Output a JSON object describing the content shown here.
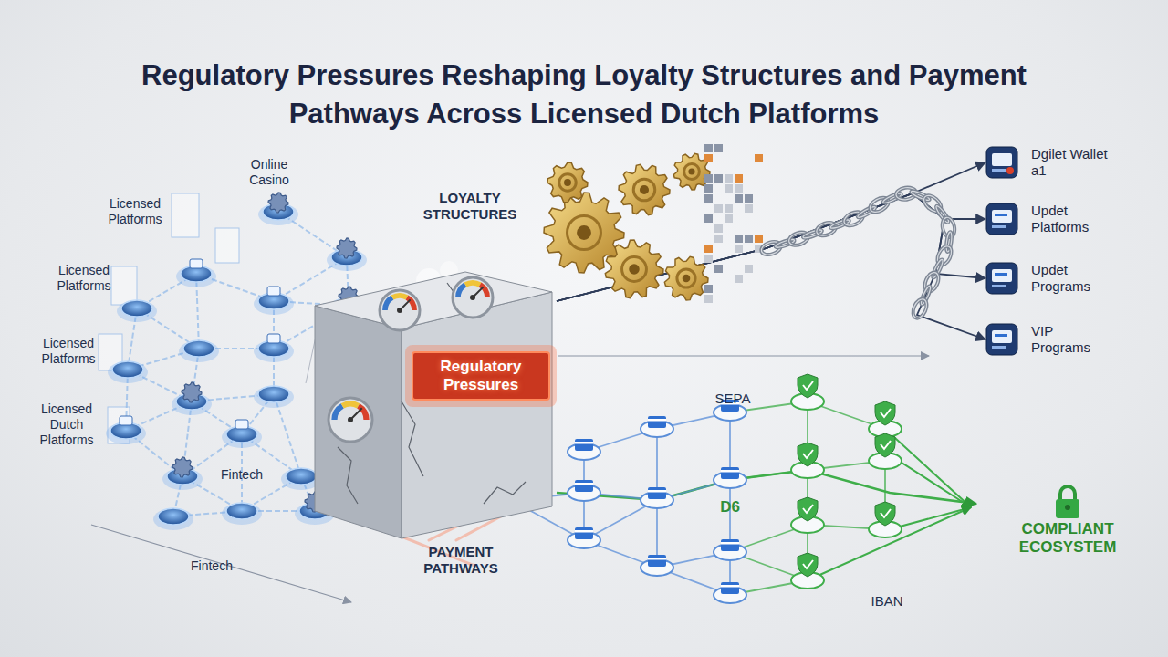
{
  "diagram": {
    "title": "Regulatory Pressures Reshaping Loyalty Structures and Payment Pathways Across Licensed Dutch Platforms",
    "nodes": [
      {
        "text": [
          "Regulatory Pressures"
        ]
      },
      {
        "text": [
          "Dgilet Wallet a1"
        ]
      },
      {
        "text": [
          "Updet Platforms"
        ]
      },
      {
        "text": [
          "Updet Programs"
        ]
      },
      {
        "text": [
          "VIP Programs"
        ]
      },
      {
        "text": [
          "COMPLIANT ECOSYSTEM"
        ]
      }
    ],
    "edges": [
      {
        "from": 0,
        "to": 1,
        "arrow": "to"
      },
      {
        "from": 0,
        "to": 2,
        "arrow": "to"
      },
      {
        "from": 0,
        "to": 3,
        "arrow": "to"
      },
      {
        "from": 0,
        "to": 4,
        "arrow": "to"
      },
      {
        "from": 0,
        "to": 5,
        "arrow": "to"
      }
    ],
    "labels": [
      "Online Casino",
      "Licensed Platforms",
      "Licensed Platforms",
      "Licensed Platforms",
      "Licensed Dutch Platforms",
      "Fintech",
      "Fintech",
      "LOYALTY STRUCTURES",
      "SEPA",
      "D6",
      "PAYMENT PATHWAYS",
      "IBAN"
    ]
  }
}
